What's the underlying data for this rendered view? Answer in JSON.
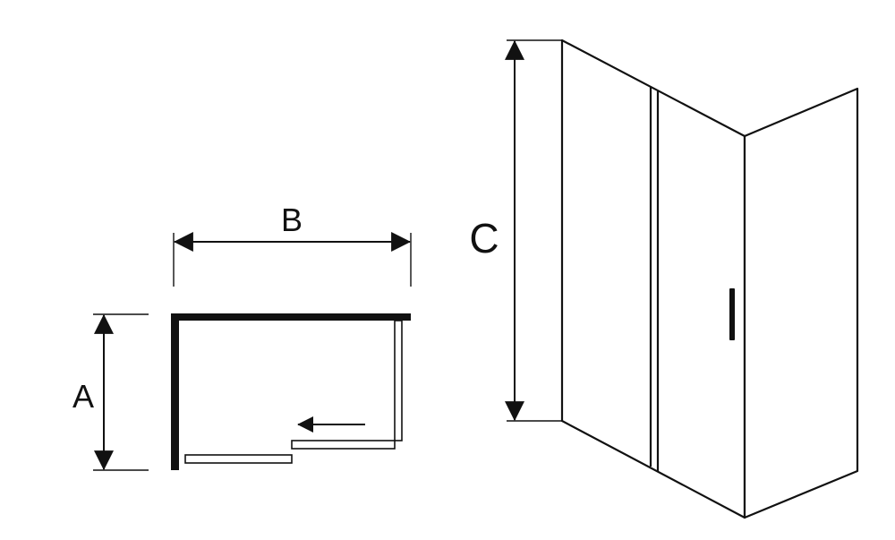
{
  "labels": {
    "a": "A",
    "b": "B",
    "c": "C"
  },
  "colors": {
    "ink": "#111111",
    "background": "#ffffff"
  },
  "icons": {
    "slide_direction": "left-arrow-icon"
  }
}
